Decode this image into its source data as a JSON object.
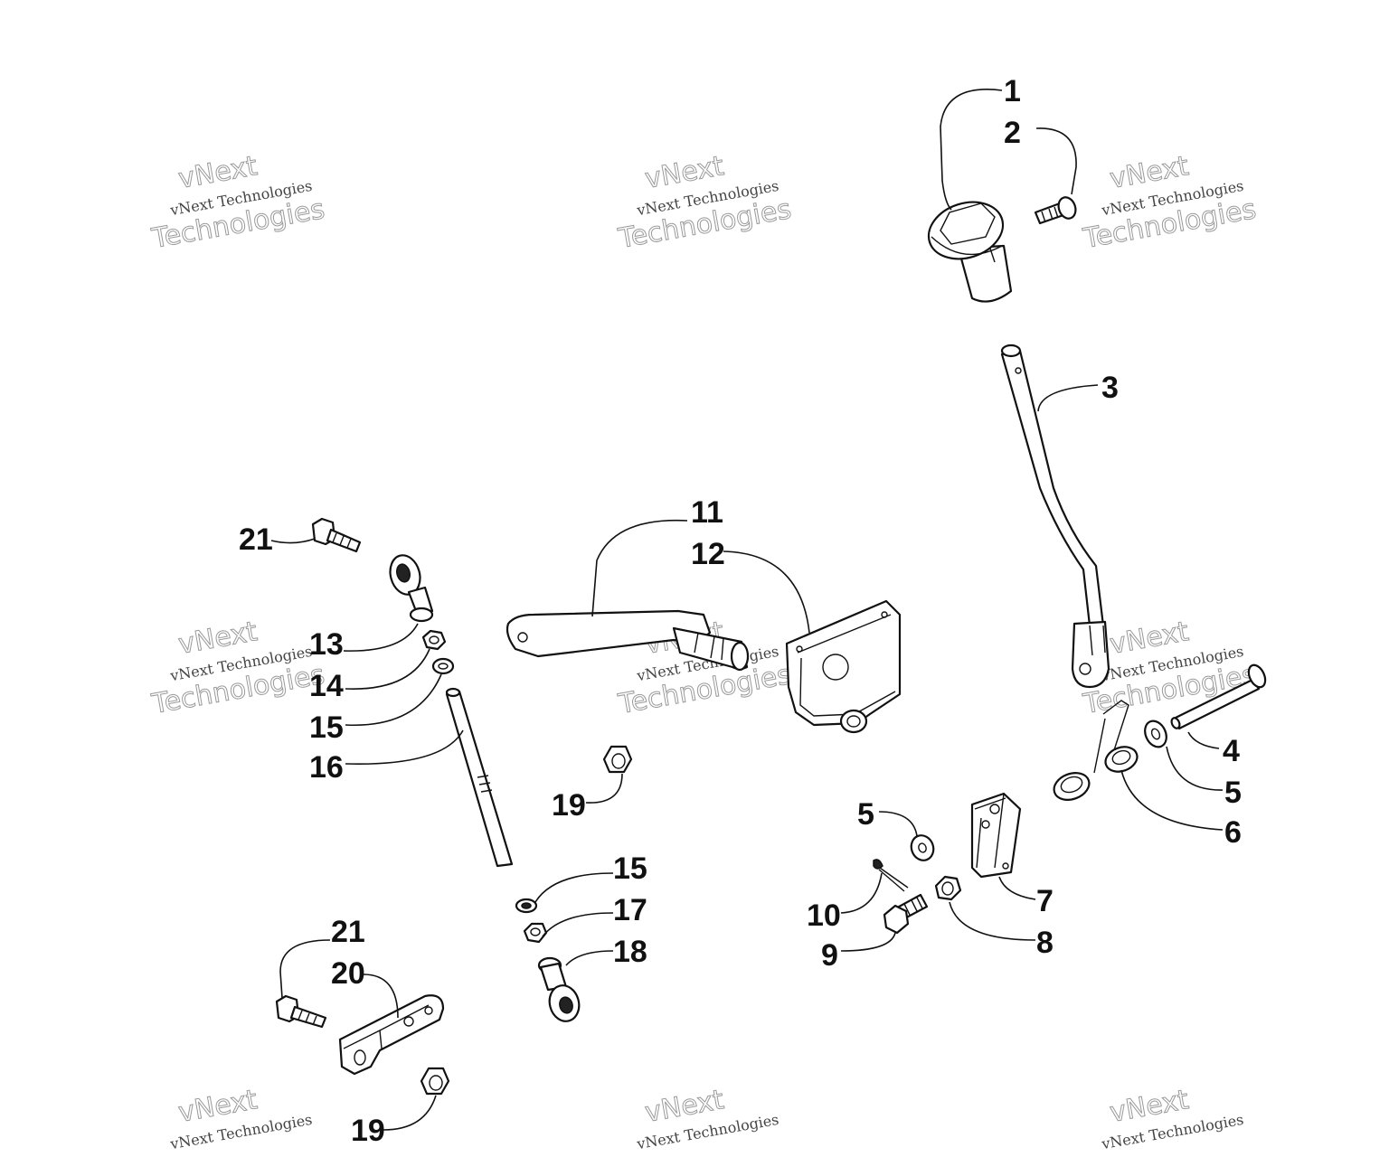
{
  "watermark": {
    "line1": "vNext Technologies",
    "line2": "vNext",
    "line3": "Technologies"
  },
  "callouts": [
    {
      "id": "c1",
      "text": "1"
    },
    {
      "id": "c2",
      "text": "2"
    },
    {
      "id": "c3",
      "text": "3"
    },
    {
      "id": "c4",
      "text": "4"
    },
    {
      "id": "c5a",
      "text": "5"
    },
    {
      "id": "c5b",
      "text": "5"
    },
    {
      "id": "c6",
      "text": "6"
    },
    {
      "id": "c7",
      "text": "7"
    },
    {
      "id": "c8",
      "text": "8"
    },
    {
      "id": "c9",
      "text": "9"
    },
    {
      "id": "c10",
      "text": "10"
    },
    {
      "id": "c11",
      "text": "11"
    },
    {
      "id": "c12",
      "text": "12"
    },
    {
      "id": "c13",
      "text": "13"
    },
    {
      "id": "c14",
      "text": "14"
    },
    {
      "id": "c15a",
      "text": "15"
    },
    {
      "id": "c15b",
      "text": "15"
    },
    {
      "id": "c16",
      "text": "16"
    },
    {
      "id": "c17",
      "text": "17"
    },
    {
      "id": "c18",
      "text": "18"
    },
    {
      "id": "c19a",
      "text": "19"
    },
    {
      "id": "c19b",
      "text": "19"
    },
    {
      "id": "c20",
      "text": "20"
    },
    {
      "id": "c21a",
      "text": "21"
    },
    {
      "id": "c21b",
      "text": "21"
    }
  ]
}
